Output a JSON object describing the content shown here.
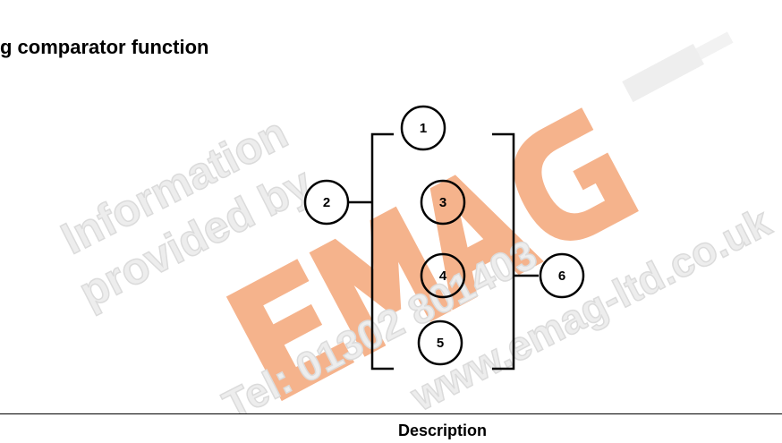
{
  "page": {
    "heading": "g comparator function"
  },
  "diagram": {
    "nodes": [
      {
        "id": "1",
        "label": "1"
      },
      {
        "id": "2",
        "label": "2"
      },
      {
        "id": "3",
        "label": "3"
      },
      {
        "id": "4",
        "label": "4"
      },
      {
        "id": "5",
        "label": "5"
      },
      {
        "id": "6",
        "label": "6"
      }
    ]
  },
  "watermark": {
    "line1": "Information",
    "line2": "provided by",
    "logo": "EMAG",
    "phone": "Tel: 01302 801403",
    "site": "www.emag-ltd.co.uk",
    "color": "#f08c57"
  },
  "table": {
    "header_description": "Description"
  }
}
